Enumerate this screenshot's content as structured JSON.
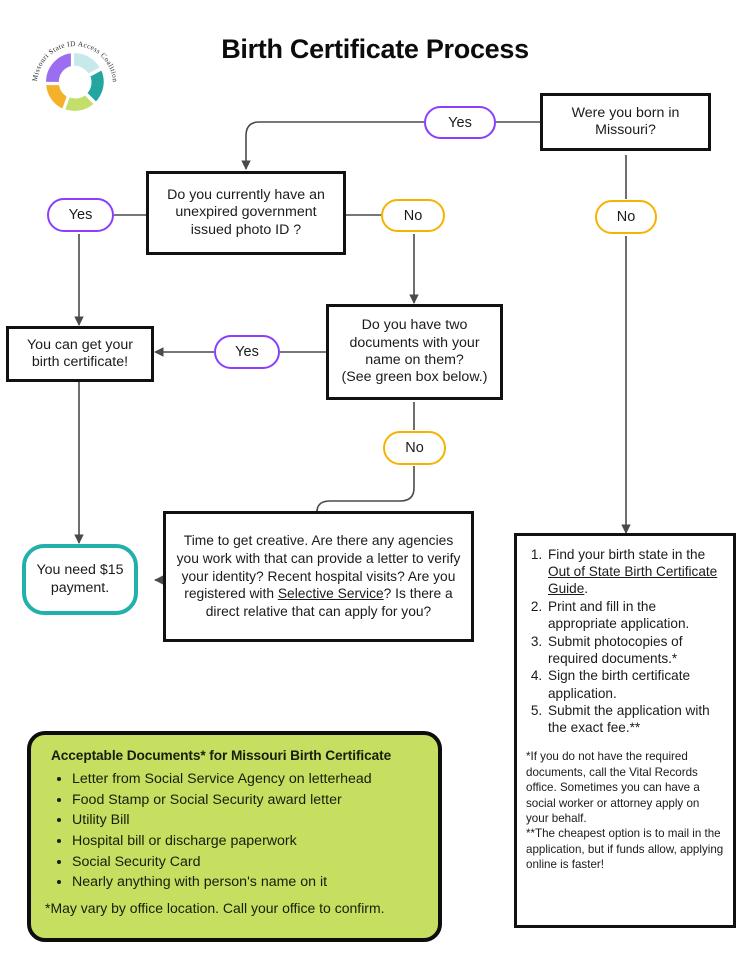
{
  "page": {
    "title": "Birth Certificate Process",
    "background": "#ffffff"
  },
  "logo": {
    "name": "missouri-state-id-access-coalition-logo",
    "curved_text": "Missouri State ID Access Coalition",
    "segment_colors": [
      "#c6e9ec",
      "#23a6a0",
      "#c3de6a",
      "#f3b229",
      "#9b6df0"
    ]
  },
  "colors": {
    "yes_pill_border": "#8b3ffd",
    "no_pill_border": "#f5b301",
    "teal_border": "#23b0ab",
    "box_border": "#111111",
    "green_panel_fill": "#c6df61",
    "wire": "#4a4a4a"
  },
  "nodes": {
    "born_in_missouri": {
      "text": "Were you born in Missouri?"
    },
    "have_photo_id": {
      "text": "Do you currently have an unexpired government issued photo ID ?"
    },
    "two_documents": {
      "line1": "Do you have two documents with your name on them?",
      "line2": "(See green box below.)"
    },
    "can_get_certificate": {
      "text": "You can get your birth certificate!"
    },
    "need_payment": {
      "text": "You need $15 payment."
    },
    "get_creative": {
      "part1": "Time to get creative.  Are there any agencies you work with that can provide a letter to verify your identity? Recent hospital visits? Are you registered with ",
      "link": "Selective Service",
      "part2": "? Is there a direct relative that can apply for you?"
    }
  },
  "pills": {
    "top_yes": "Yes",
    "missouri_no": "No",
    "id_yes": "Yes",
    "id_no": "No",
    "docs_yes": "Yes",
    "docs_no": "No"
  },
  "out_of_state_panel": {
    "steps": [
      {
        "before": "Find your birth state in the ",
        "link": "Out of State Birth Certificate Guide",
        "after": "."
      },
      {
        "before": "Print and fill in the appropriate application.",
        "link": "",
        "after": ""
      },
      {
        "before": "Submit photocopies of required documents.*",
        "link": "",
        "after": ""
      },
      {
        "before": "Sign the birth certificate application.",
        "link": "",
        "after": ""
      },
      {
        "before": "Submit the application with the exact fee.**",
        "link": "",
        "after": ""
      }
    ],
    "footnote_1": "*If you do not have the required documents, call the Vital Records office. Sometimes you can have a social worker or attorney apply on your behalf.",
    "footnote_2": "**The cheapest option is to mail in the application, but if funds allow, applying online is faster!"
  },
  "green_panel": {
    "title": "Acceptable Documents* for Missouri Birth Certificate",
    "items": [
      "Letter from Social Service Agency on letterhead",
      "Food Stamp or Social Security award letter",
      "Utility Bill",
      "Hospital bill or discharge paperwork",
      "Social Security Card",
      "Nearly anything with person's name on it"
    ],
    "footnote": "*May vary by office location.  Call your office to confirm."
  }
}
